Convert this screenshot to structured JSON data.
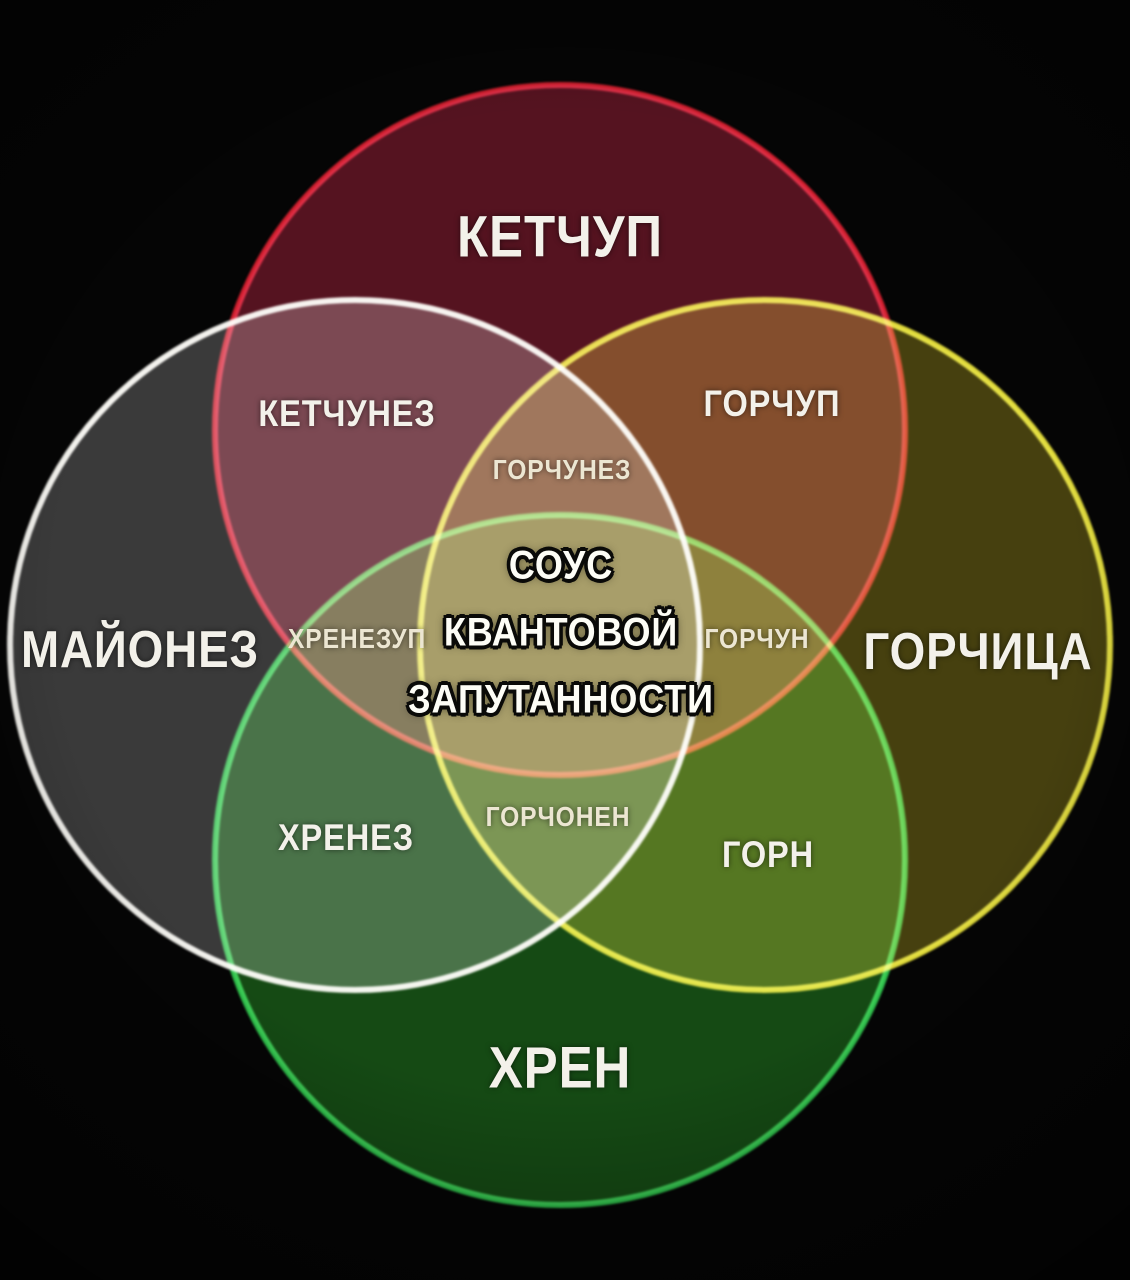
{
  "diagram": {
    "background_color": "#050505",
    "circles": [
      {
        "id": "ketchup",
        "label": "КЕТЧУП",
        "stroke": "#d01f2e",
        "fill": "#551320"
      },
      {
        "id": "mayonnaise",
        "label": "МАЙОНЕЗ",
        "stroke": "#f2f1ec",
        "fill": "#3a3a3a"
      },
      {
        "id": "mustard",
        "label": "ГОРЧИЦА",
        "stroke": "#ded83a",
        "fill": "#46400f"
      },
      {
        "id": "horseradish",
        "label": "ХРЕН",
        "stroke": "#2fbf4b",
        "fill": "#154a14"
      }
    ],
    "intersections": [
      {
        "id": "ketchunez",
        "label": "КЕТЧУНЕЗ"
      },
      {
        "id": "gorchup",
        "label": "ГОРЧУП"
      },
      {
        "id": "gorchunez",
        "label": "ГОРЧУНЕЗ"
      },
      {
        "id": "khrenezup",
        "label": "ХРЕНЕЗУП"
      },
      {
        "id": "gorchun",
        "label": "ГОРЧУН"
      },
      {
        "id": "khrenez",
        "label": "ХРЕНЕЗ"
      },
      {
        "id": "gorchonen",
        "label": "ГОРЧОНЕН"
      },
      {
        "id": "gorn",
        "label": "ГОРН"
      }
    ],
    "center": {
      "lines": [
        "СОУС",
        "КВАНТОВОЙ",
        "ЗАПУТАННОСТИ"
      ]
    }
  }
}
